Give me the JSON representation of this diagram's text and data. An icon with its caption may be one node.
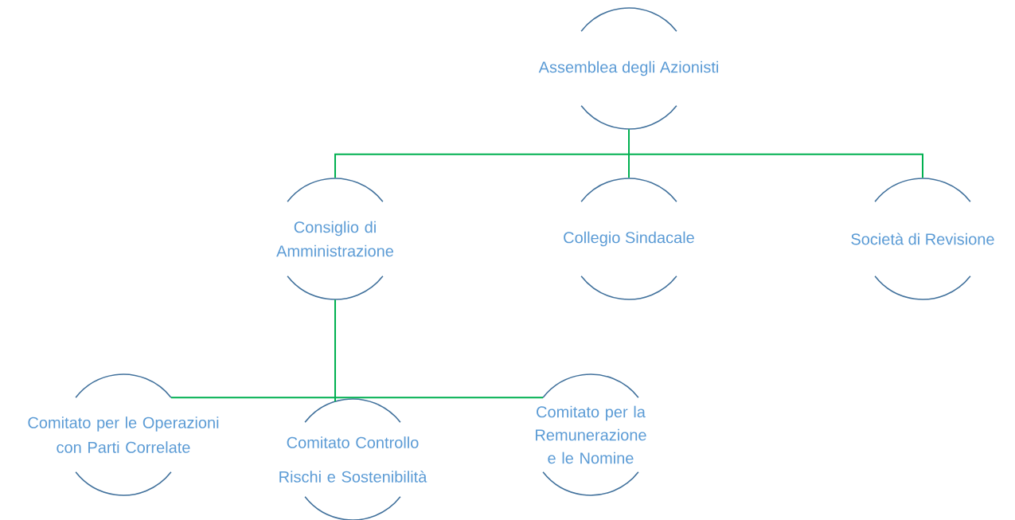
{
  "diagram": {
    "nodes": [
      {
        "text": [
          "Assemblea degli Azionisti"
        ]
      },
      {
        "text": [
          "Consiglio di Amministrazione"
        ]
      },
      {
        "text": [
          "Collegio Sindacale"
        ]
      },
      {
        "text": [
          "Società di Revisione"
        ]
      },
      {
        "text": [
          "Comitato per le Operazioni con Parti Correlate"
        ]
      },
      {
        "text": [
          "Comitato Controllo Rischi e Sostenibilità"
        ]
      },
      {
        "text": [
          "Comitato per la Remunerazione e le Nomine"
        ]
      }
    ],
    "edges": [
      {
        "from": 0,
        "to": 1,
        "arrow": "none"
      },
      {
        "from": 0,
        "to": 2,
        "arrow": "none"
      },
      {
        "from": 0,
        "to": 3,
        "arrow": "none"
      },
      {
        "from": 1,
        "to": 4,
        "arrow": "none"
      },
      {
        "from": 1,
        "to": 5,
        "arrow": "none"
      },
      {
        "from": 1,
        "to": 6,
        "arrow": "none"
      }
    ]
  }
}
